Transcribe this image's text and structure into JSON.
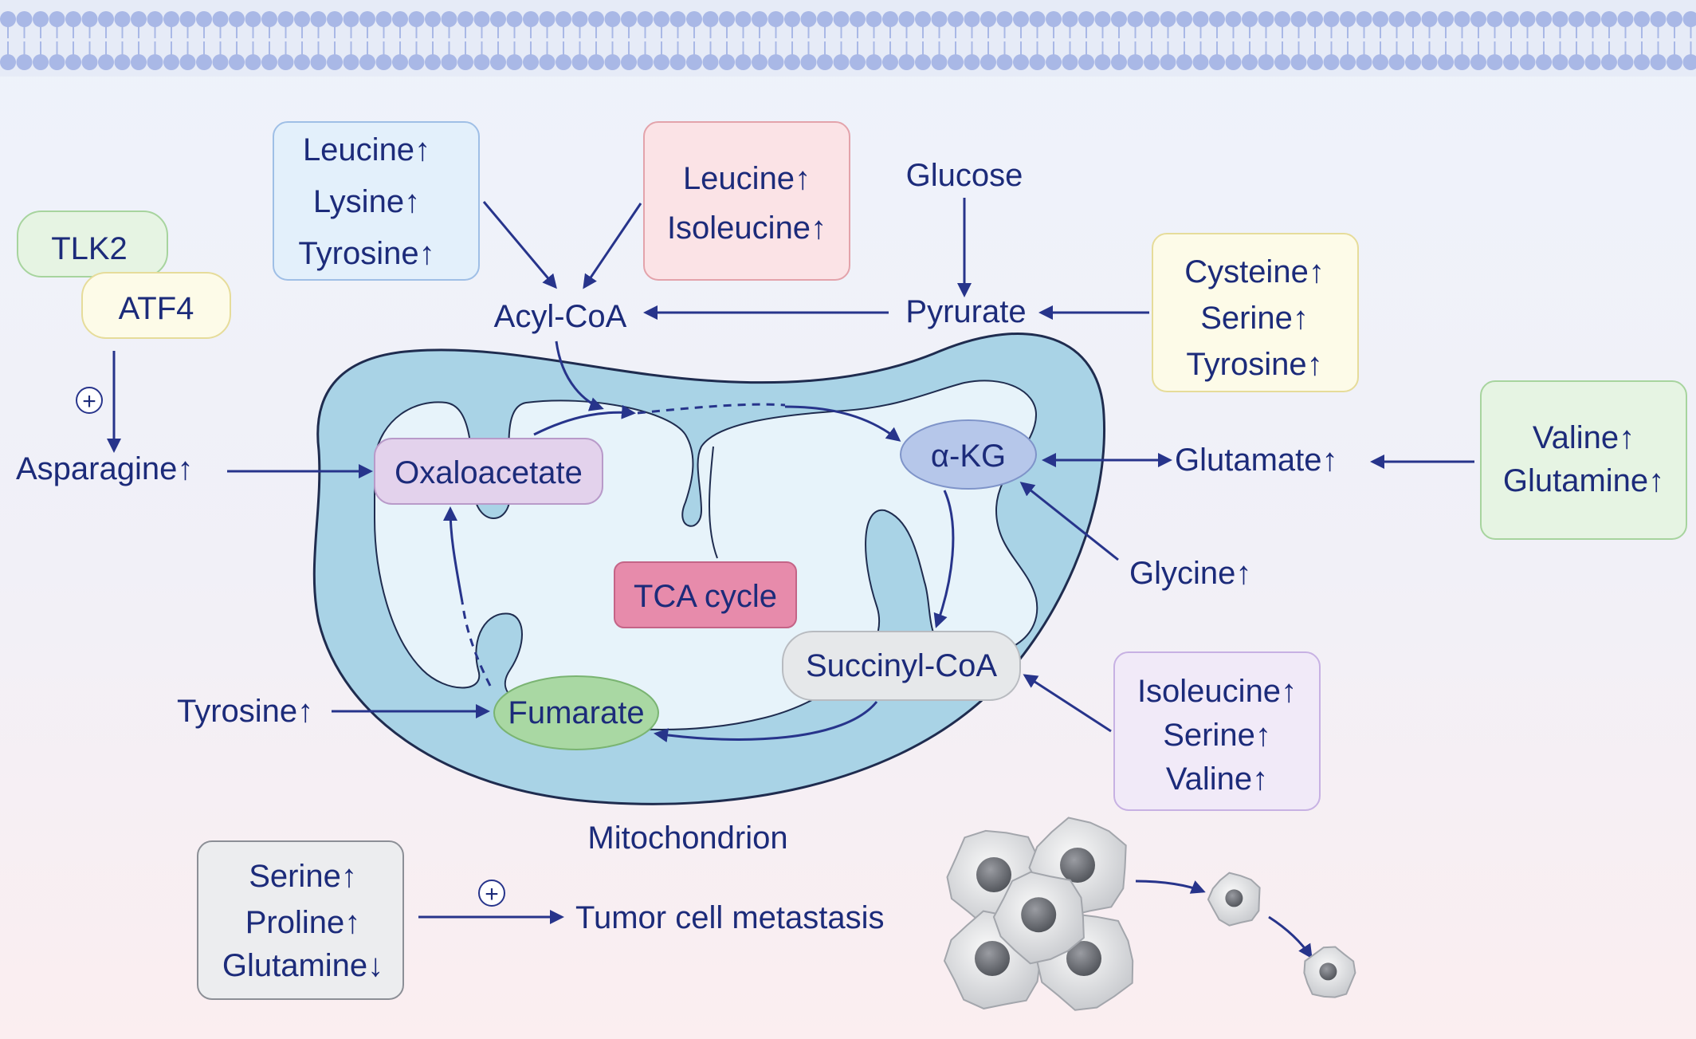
{
  "diagram": {
    "membrane": {},
    "inputs": {
      "blue_box": {
        "lines": [
          "Leucine",
          "Lysine",
          "Tyrosine"
        ],
        "marks": [
          "↑",
          "↑",
          "↑"
        ]
      },
      "red_box": {
        "lines": [
          "Leucine",
          "Isoleucine"
        ],
        "marks": [
          "↑",
          "↑"
        ]
      },
      "yellow_box": {
        "lines": [
          "Cysteine",
          "Serine",
          "Tyrosine"
        ],
        "marks": [
          "↑",
          "↑",
          "↑"
        ]
      },
      "green_box": {
        "lines": [
          "Valine",
          "Glutamine"
        ],
        "marks": [
          "↑",
          "↑"
        ]
      },
      "purple_box": {
        "lines": [
          "Isoleucine",
          "Serine",
          "Valine"
        ],
        "marks": [
          "↑",
          "↑",
          "↑"
        ]
      },
      "gray_box": {
        "lines": [
          "Serine",
          "Proline",
          "Glutamine"
        ],
        "marks": [
          "↑",
          "↑",
          "↓"
        ]
      }
    },
    "regulators": {
      "tlk2": "TLK2",
      "atf4": "ATF4",
      "plus": "+"
    },
    "metabolites": {
      "glucose": "Glucose",
      "pyruvate": "Pyrurate",
      "acyl_coa": "Acyl-CoA",
      "asparagine": "Asparagine",
      "asparagine_mark": "↑",
      "glutamate": "Glutamate",
      "glutamate_mark": "↑",
      "glycine": "Glycine",
      "glycine_mark": "↑",
      "tyrosine": "Tyrosine",
      "tyrosine_mark": "↑"
    },
    "tca": {
      "oxaloacetate": "Oxaloacetate",
      "akg": "α-KG",
      "succinyl_coa": "Succinyl-CoA",
      "fumarate": "Fumarate",
      "cycle_label": "TCA cycle"
    },
    "mitochondrion_label": "Mitochondrion",
    "metastasis": {
      "plus": "+",
      "label": "Tumor cell metastasis"
    }
  },
  "colors": {
    "text": "#1c2b7a",
    "arrow": "#27348b",
    "membrane": "#a9b8e6",
    "mito_outer": "#a9d3e6",
    "mito_inner": "#e7f3fa",
    "blue_box": "#e3f0fb",
    "red_box": "#fbe3e6",
    "yellow_box": "#fdfbe8",
    "green_box": "#e6f4e3",
    "purple_box": "#f1eaf8",
    "gray_box": "#ecedef"
  }
}
